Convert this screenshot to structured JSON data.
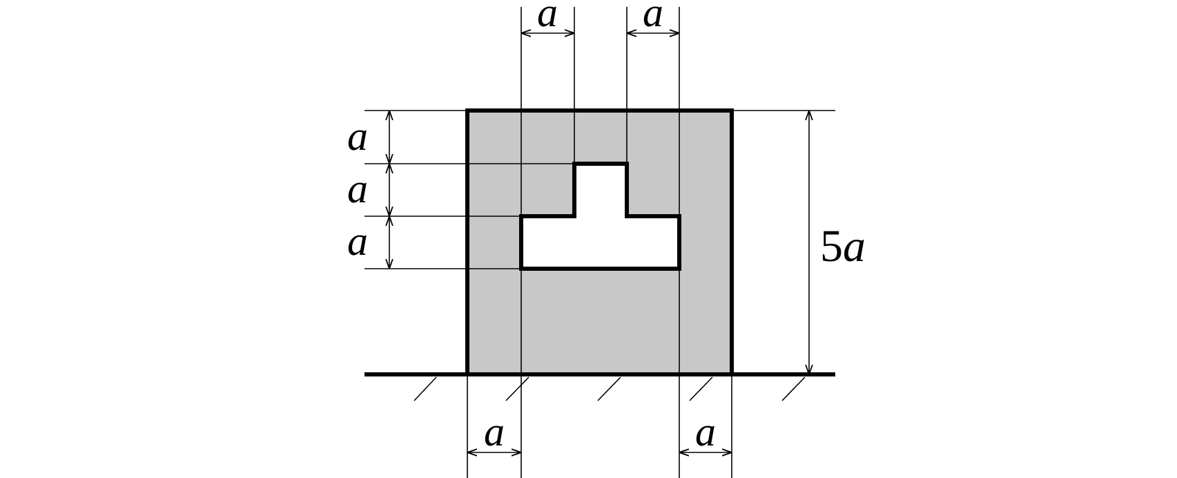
{
  "colors": {
    "section_fill": "#c8c8c8",
    "cutout_fill": "#ffffff",
    "line": "#000000"
  },
  "labels": {
    "top_left_width": "a",
    "top_right_width": "a",
    "left_dim_1": "a",
    "left_dim_2": "a",
    "left_dim_3": "a",
    "total_height_number": "5",
    "total_height_unit": "a",
    "bottom_left_width": "a",
    "bottom_right_width": "a"
  }
}
